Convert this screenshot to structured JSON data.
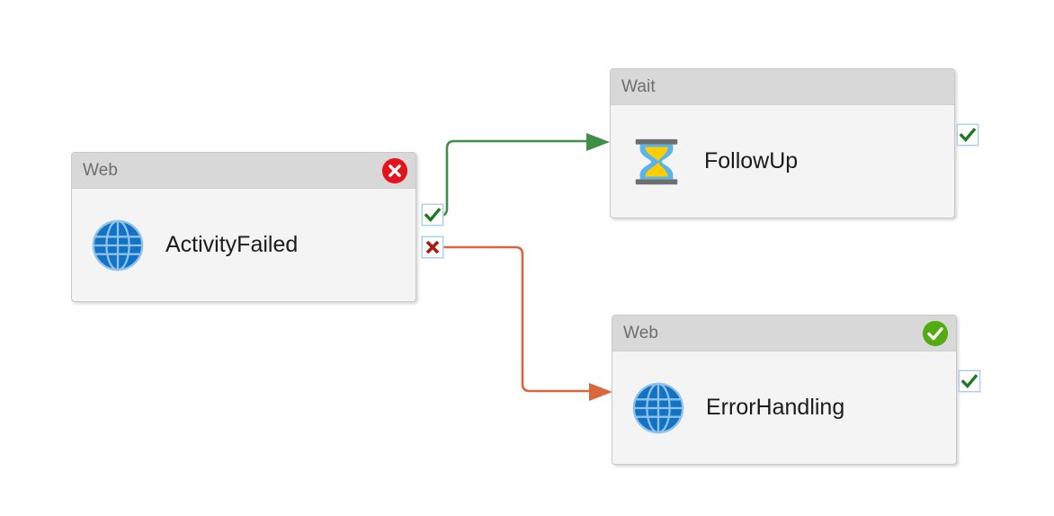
{
  "diagram": {
    "type": "workflow-designer-canvas",
    "background_color": "#ffffff",
    "nodes": [
      {
        "id": "activity-failed",
        "header_title": "Web",
        "label": "ActivityFailed",
        "icon": "globe-icon",
        "status_badge": "error-badge",
        "status_badge_color": "#e2151e",
        "ports": [
          {
            "name": "success-port",
            "icon": "check-icon",
            "color": "#1d7a25"
          },
          {
            "name": "failure-port",
            "icon": "cross-icon",
            "color": "#a81c12"
          }
        ]
      },
      {
        "id": "follow-up",
        "header_title": "Wait",
        "label": "FollowUp",
        "icon": "hourglass-icon",
        "status_badge": null,
        "ports": [
          {
            "name": "success-port",
            "icon": "check-icon",
            "color": "#1d7a25"
          }
        ]
      },
      {
        "id": "error-handling",
        "header_title": "Web",
        "label": "ErrorHandling",
        "icon": "globe-icon",
        "status_badge": "success-badge",
        "status_badge_color": "#52ab10",
        "ports": [
          {
            "name": "success-port",
            "icon": "check-icon",
            "color": "#1d7a25"
          }
        ]
      }
    ],
    "connectors": [
      {
        "name": "success-connector",
        "from": "activity-failed.success-port",
        "to": "follow-up",
        "color": "#3f8f49",
        "arrowhead": "filled-triangle-right"
      },
      {
        "name": "failure-connector",
        "from": "activity-failed.failure-port",
        "to": "error-handling",
        "color": "#d9663d",
        "arrowhead": "filled-triangle-right"
      }
    ],
    "colors": {
      "node_body": "#f4f4f4",
      "node_header": "#d8d8d8",
      "node_border": "#c8c8c8",
      "header_text": "#6e6e6e",
      "label_text": "#1b1b1b",
      "port_border": "#a8cdf0",
      "globe_blue": "#1272c4",
      "hourglass_sand": "#ffcd00",
      "hourglass_glass": "#5ab4ec",
      "hourglass_cap": "#6e6e6e"
    }
  }
}
